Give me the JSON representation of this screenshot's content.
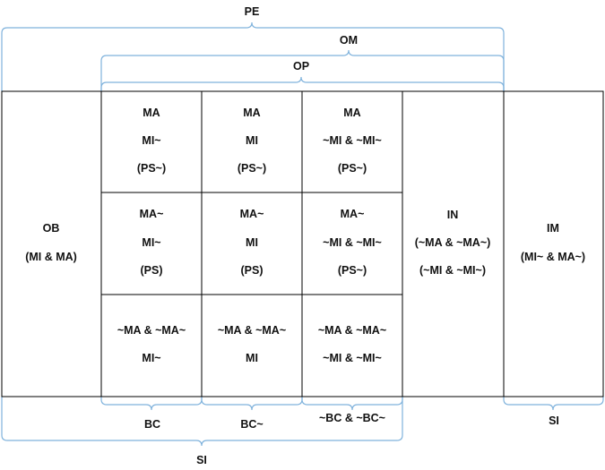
{
  "colors": {
    "brace": "#7fb2dc",
    "cell_border": "#000000",
    "text": "#111111"
  },
  "top_braces": {
    "pe": "PE",
    "om": "OM",
    "op": "OP"
  },
  "bottom_braces": {
    "bc": "BC",
    "bc_not": "BC~",
    "bc_both": "~BC & ~BC~",
    "si_right": "SI",
    "si_main": "SI"
  },
  "left_column": {
    "title": "OB",
    "line2": "(MI & MA)"
  },
  "grid": {
    "r0c0": {
      "l1": "MA",
      "l2": "MI~",
      "l3": "(PS~)"
    },
    "r0c1": {
      "l1": "MA",
      "l2": "MI",
      "l3": "(PS~)"
    },
    "r0c2": {
      "l1": "MA",
      "l2": "~MI & ~MI~",
      "l3": "(PS~)"
    },
    "r1c0": {
      "l1": "MA~",
      "l2": "MI~",
      "l3": "(PS)"
    },
    "r1c1": {
      "l1": "MA~",
      "l2": "MI",
      "l3": "(PS)"
    },
    "r1c2": {
      "l1": "MA~",
      "l2": "~MI & ~MI~",
      "l3": "(PS~)"
    },
    "r2c0": {
      "l1": "~MA & ~MA~",
      "l2": "MI~"
    },
    "r2c1": {
      "l1": "~MA & ~MA~",
      "l2": "MI"
    },
    "r2c2": {
      "l1": "~MA & ~MA~",
      "l2": "~MI & ~MI~"
    }
  },
  "in_column": {
    "title": "IN",
    "line2": "(~MA & ~MA~)",
    "line3": "(~MI & ~MI~)"
  },
  "im_column": {
    "title": "IM",
    "line2": "(MI~ & MA~)"
  }
}
